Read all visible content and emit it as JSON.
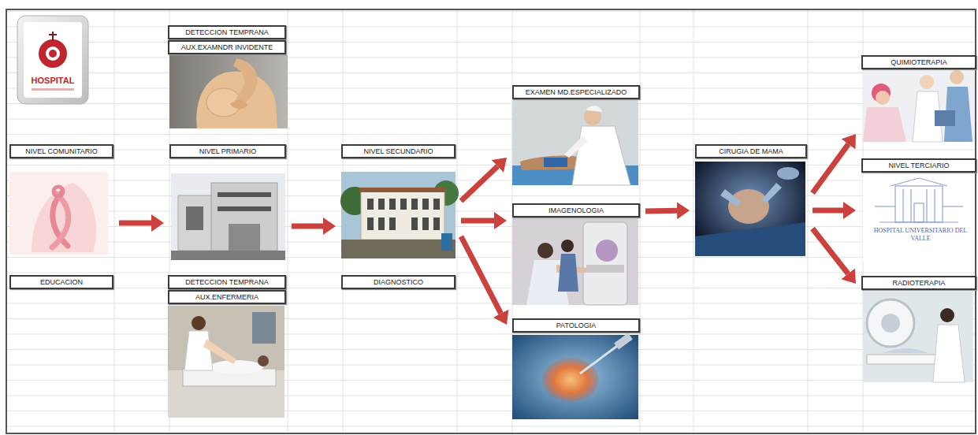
{
  "diagram": {
    "nodes": [
      {
        "text": [
          "NIVEL COMUNITARIO",
          "EDUCACION"
        ]
      },
      {
        "text": [
          "NIVEL PRIMARIO"
        ]
      },
      {
        "text": [
          "DETECCION TEMPRANA",
          "AUX.EXAMNDR INVIDENTE"
        ]
      },
      {
        "text": [
          "DETECCION TEMPRANA",
          "AUX.ENFERMERIA"
        ]
      },
      {
        "text": [
          "NIVEL SECUNDARIO",
          "DIAGNOSTICO"
        ]
      },
      {
        "text": [
          "EXAMEN MD.ESPECIALIZADO"
        ]
      },
      {
        "text": [
          "IMAGENOLOGIA"
        ]
      },
      {
        "text": [
          "PATOLOGIA"
        ]
      },
      {
        "text": [
          "CIRUGIA DE MAMA"
        ]
      },
      {
        "text": [
          "QUIMIOTERAPIA"
        ]
      },
      {
        "text": [
          "NIVEL TERCIARIO"
        ]
      },
      {
        "text": [
          "RADIOTERAPIA"
        ]
      }
    ],
    "edges": [
      {
        "from": 0,
        "to": 1,
        "arrow": "to"
      },
      {
        "from": 1,
        "to": 4,
        "arrow": "to"
      },
      {
        "from": 4,
        "to": 5,
        "arrow": "to"
      },
      {
        "from": 4,
        "to": 6,
        "arrow": "to"
      },
      {
        "from": 4,
        "to": 7,
        "arrow": "to"
      },
      {
        "from": 6,
        "to": 8,
        "arrow": "to"
      },
      {
        "from": 8,
        "to": 9,
        "arrow": "to"
      },
      {
        "from": 8,
        "to": 10,
        "arrow": "to"
      },
      {
        "from": 8,
        "to": 11,
        "arrow": "to"
      }
    ],
    "labels": [
      "HOSPITAL",
      "HOSPITAL UNIVERSITARIO DEL VALLE"
    ]
  }
}
